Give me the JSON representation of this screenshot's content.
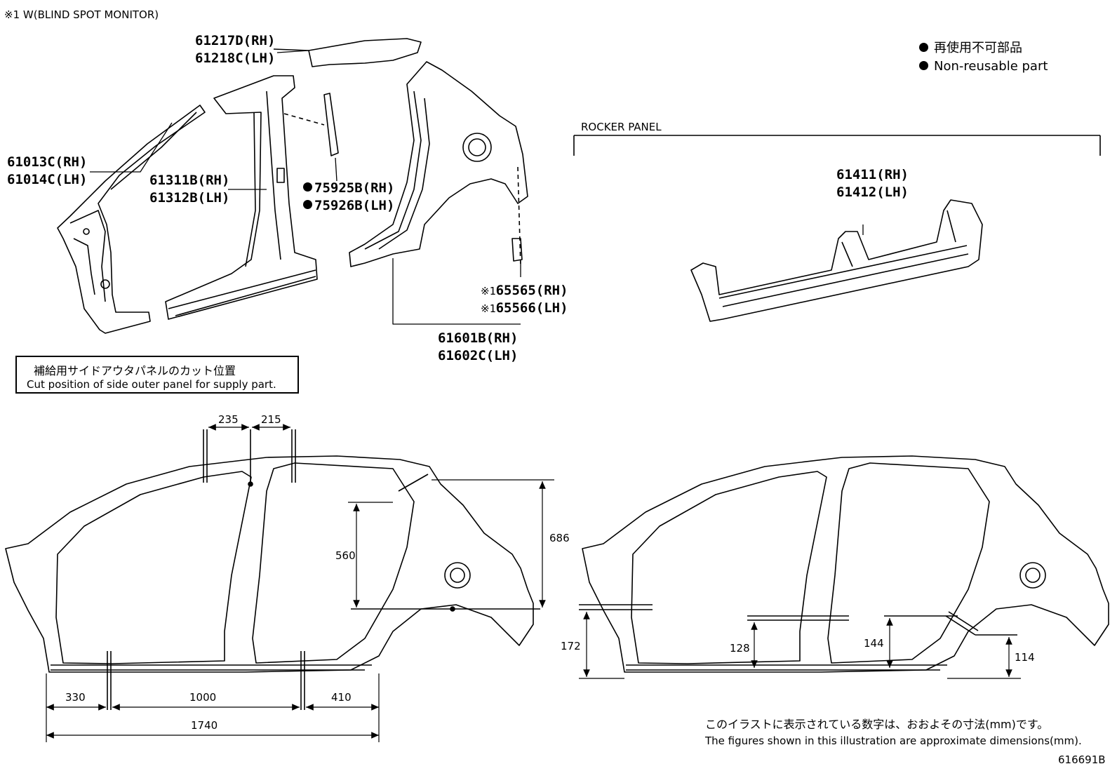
{
  "header_note": "※1 W(BLIND SPOT MONITOR)",
  "legend": {
    "line1": "再使用不可部品",
    "line2": "Non-reusable part"
  },
  "rocker_label": "ROCKER PANEL",
  "parts": {
    "p1_rh": "61217D(RH)",
    "p1_lh": "61218C(LH)",
    "p2_rh": "61013C(RH)",
    "p2_lh": "61014C(LH)",
    "p3_rh": "61311B(RH)",
    "p3_lh": "61312B(LH)",
    "p4_rh": "75925B(RH)",
    "p4_lh": "75926B(LH)",
    "p5_rh": "65565(RH)",
    "p5_lh": "65566(LH)",
    "p5_mark": "※1",
    "p6_rh": "61601B(RH)",
    "p6_lh": "61602C(LH)",
    "p7_rh": "61411(RH)",
    "p7_lh": "61412(LH)"
  },
  "cut_box": {
    "jp": "補給用サイドアウタパネルのカット位置",
    "en": "Cut position of side outer panel for supply part."
  },
  "dims": {
    "d235": "235",
    "d215": "215",
    "d560": "560",
    "d686": "686",
    "d330": "330",
    "d1000": "1000",
    "d410": "410",
    "d1740": "1740",
    "d172": "172",
    "d128": "128",
    "d144": "144",
    "d114": "114"
  },
  "footer": {
    "jp": "このイラストに表示されている数字は、おおよその寸法(mm)です。",
    "en": "The figures shown in this illustration are approximate dimensions(mm).",
    "code": "616691B"
  }
}
